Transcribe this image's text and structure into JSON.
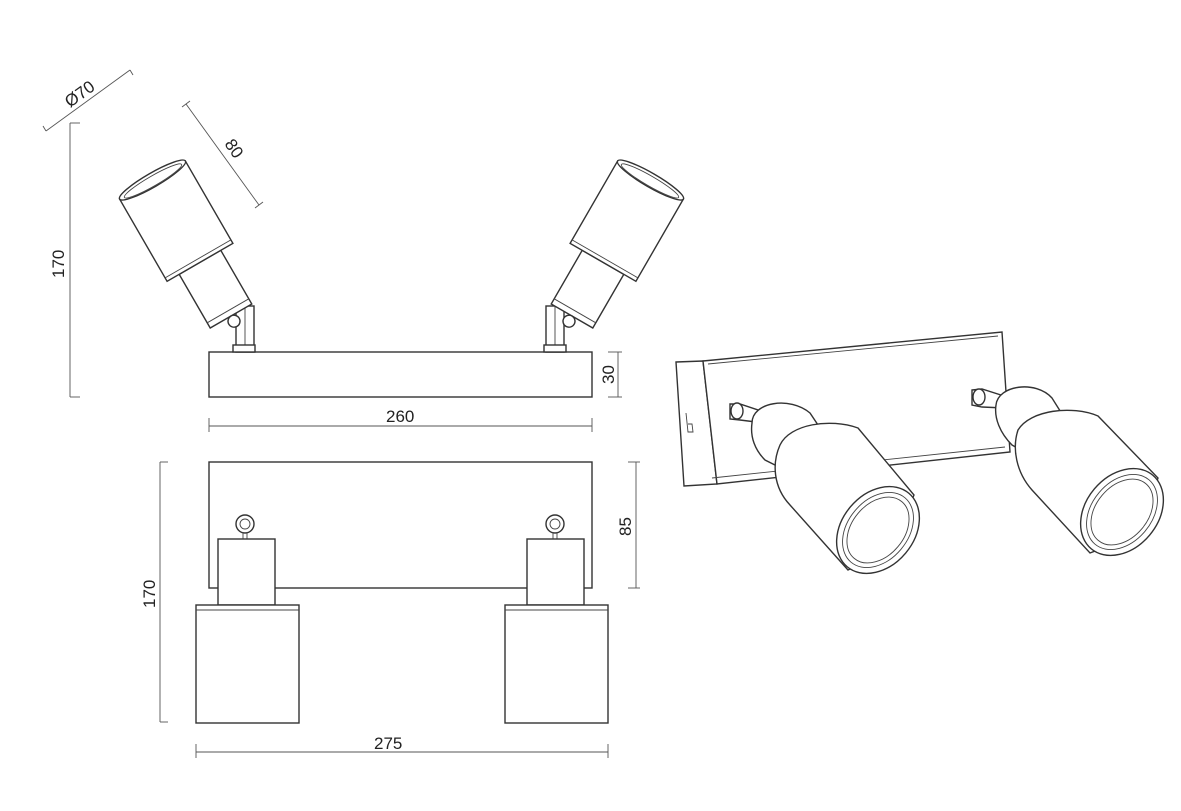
{
  "dimensions": {
    "diameter": "Ø70",
    "head_length": "80",
    "side_height": "170",
    "base_height": "30",
    "base_width": "260",
    "plate_depth": "85",
    "top_height": "170",
    "overall_width": "275"
  }
}
